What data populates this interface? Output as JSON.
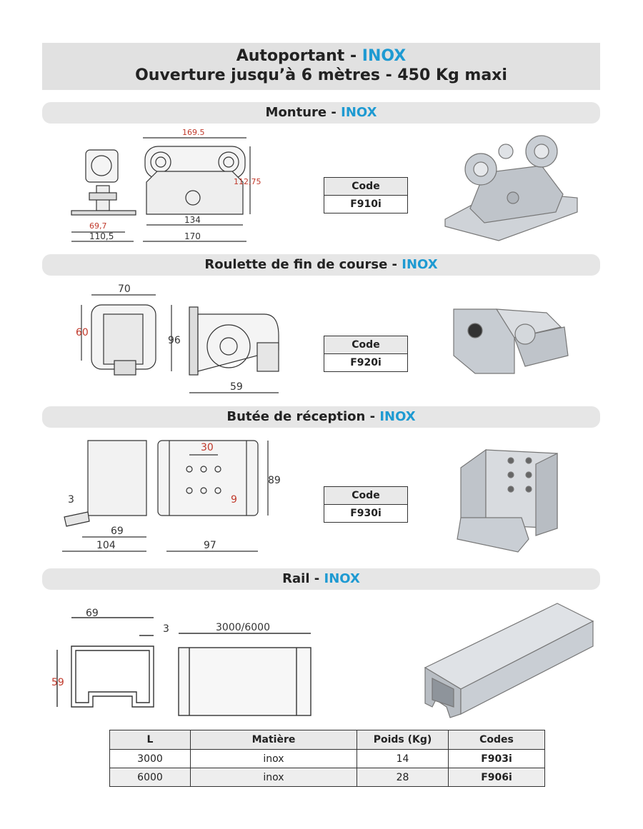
{
  "header": {
    "line1_prefix": "Autoportant - ",
    "line1_accent": "INOX",
    "line2": "Ouverture jusqu’à 6 mètres - 450 Kg maxi"
  },
  "sections": [
    {
      "title": "Monture - ",
      "accent": "INOX",
      "code_label": "Code",
      "code": "F910i",
      "dims": {
        "a": "169.5",
        "b": "112,75",
        "c": "134",
        "d": "170",
        "e": "69,7",
        "f": "110,5"
      }
    },
    {
      "title": "Roulette de fin de course - ",
      "accent": "INOX",
      "code_label": "Code",
      "code": "F920i",
      "dims": {
        "a": "70",
        "b": "60",
        "c": "96",
        "d": "59"
      }
    },
    {
      "title": "Butée de réception - ",
      "accent": "INOX",
      "code_label": "Code",
      "code": "F930i",
      "dims": {
        "a": "30",
        "b": "89",
        "c": "3",
        "d": "9",
        "e": "69",
        "f": "104",
        "g": "97"
      }
    },
    {
      "title": "Rail - ",
      "accent": "INOX",
      "dims": {
        "a": "69",
        "b": "3",
        "c": "3000/6000",
        "d": "59"
      }
    }
  ],
  "table": {
    "headers": [
      "L",
      "Matière",
      "Poids (Kg)",
      "Codes"
    ],
    "rows": [
      [
        "3000",
        "inox",
        "14",
        "F903i"
      ],
      [
        "6000",
        "inox",
        "28",
        "F906i"
      ]
    ]
  },
  "colors": {
    "accent": "#1e9ad2",
    "dimension_red": "#c0392b",
    "band": "#e6e6e6"
  }
}
